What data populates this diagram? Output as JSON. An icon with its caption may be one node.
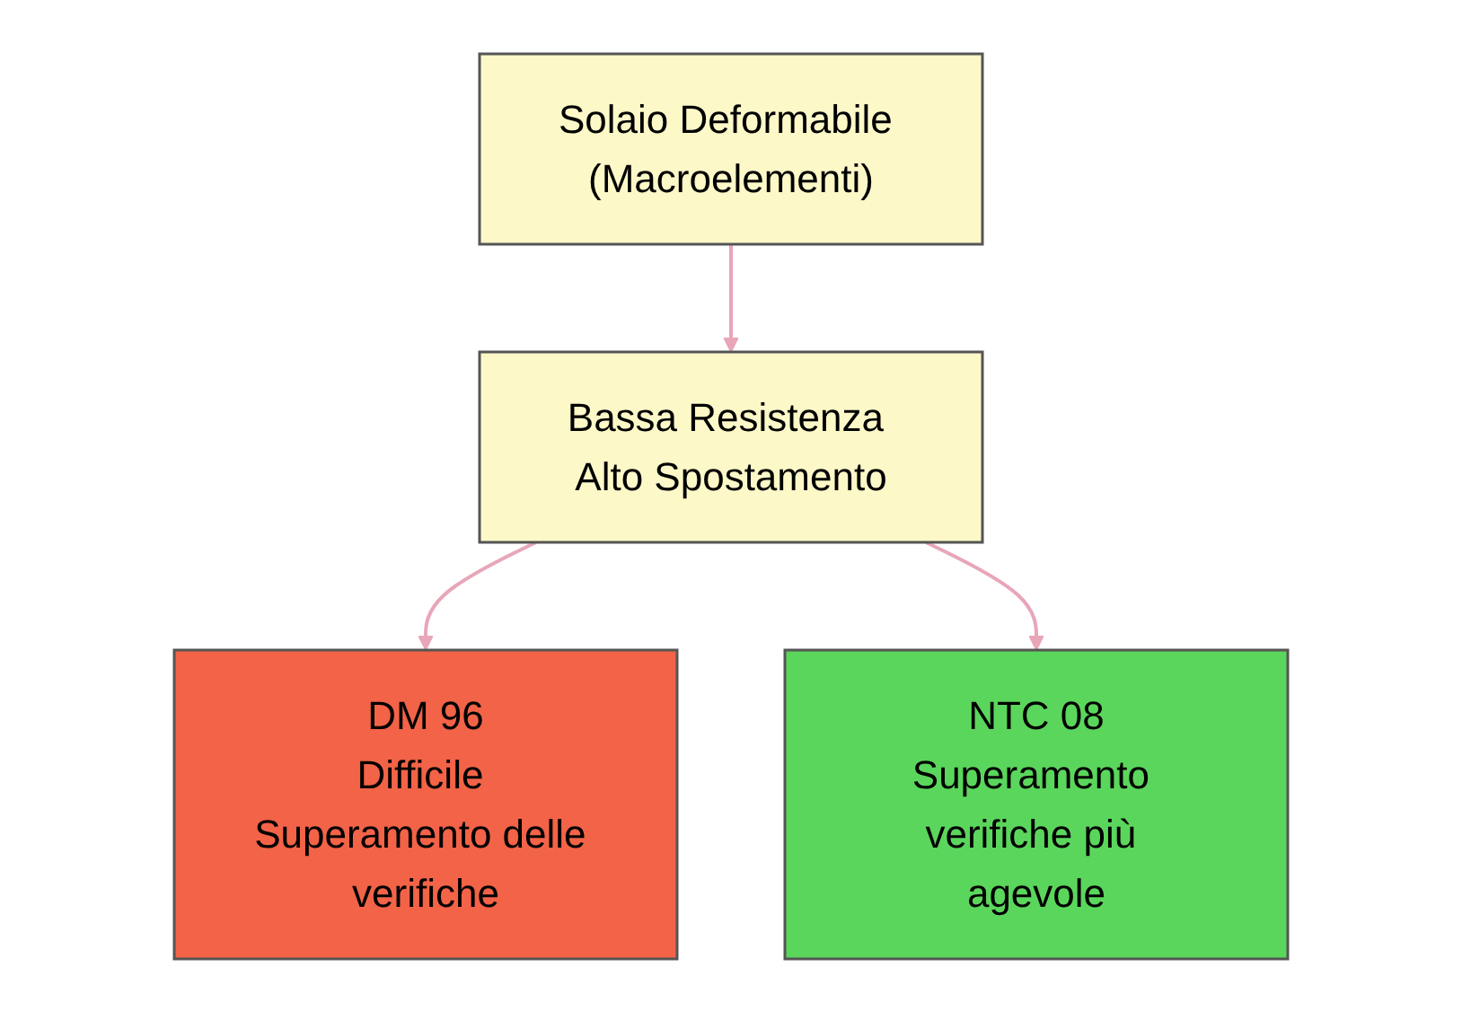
{
  "diagram": {
    "nodes": [
      {
        "text": [
          "Solaio Deformabile (Macroelementi)"
        ]
      },
      {
        "text": [
          "Bassa Resistenza Alto Spostamento"
        ]
      },
      {
        "text": [
          "DM 96",
          "Difficile Superamento delle verifiche"
        ]
      },
      {
        "text": [
          "NTC 08",
          "Superamento verifiche più agevole"
        ]
      }
    ],
    "edges": [
      {
        "from": 0,
        "to": 1,
        "arrow": "to"
      },
      {
        "from": 1,
        "to": 2,
        "arrow": "to"
      },
      {
        "from": 1,
        "to": 3,
        "arrow": "to"
      }
    ]
  }
}
